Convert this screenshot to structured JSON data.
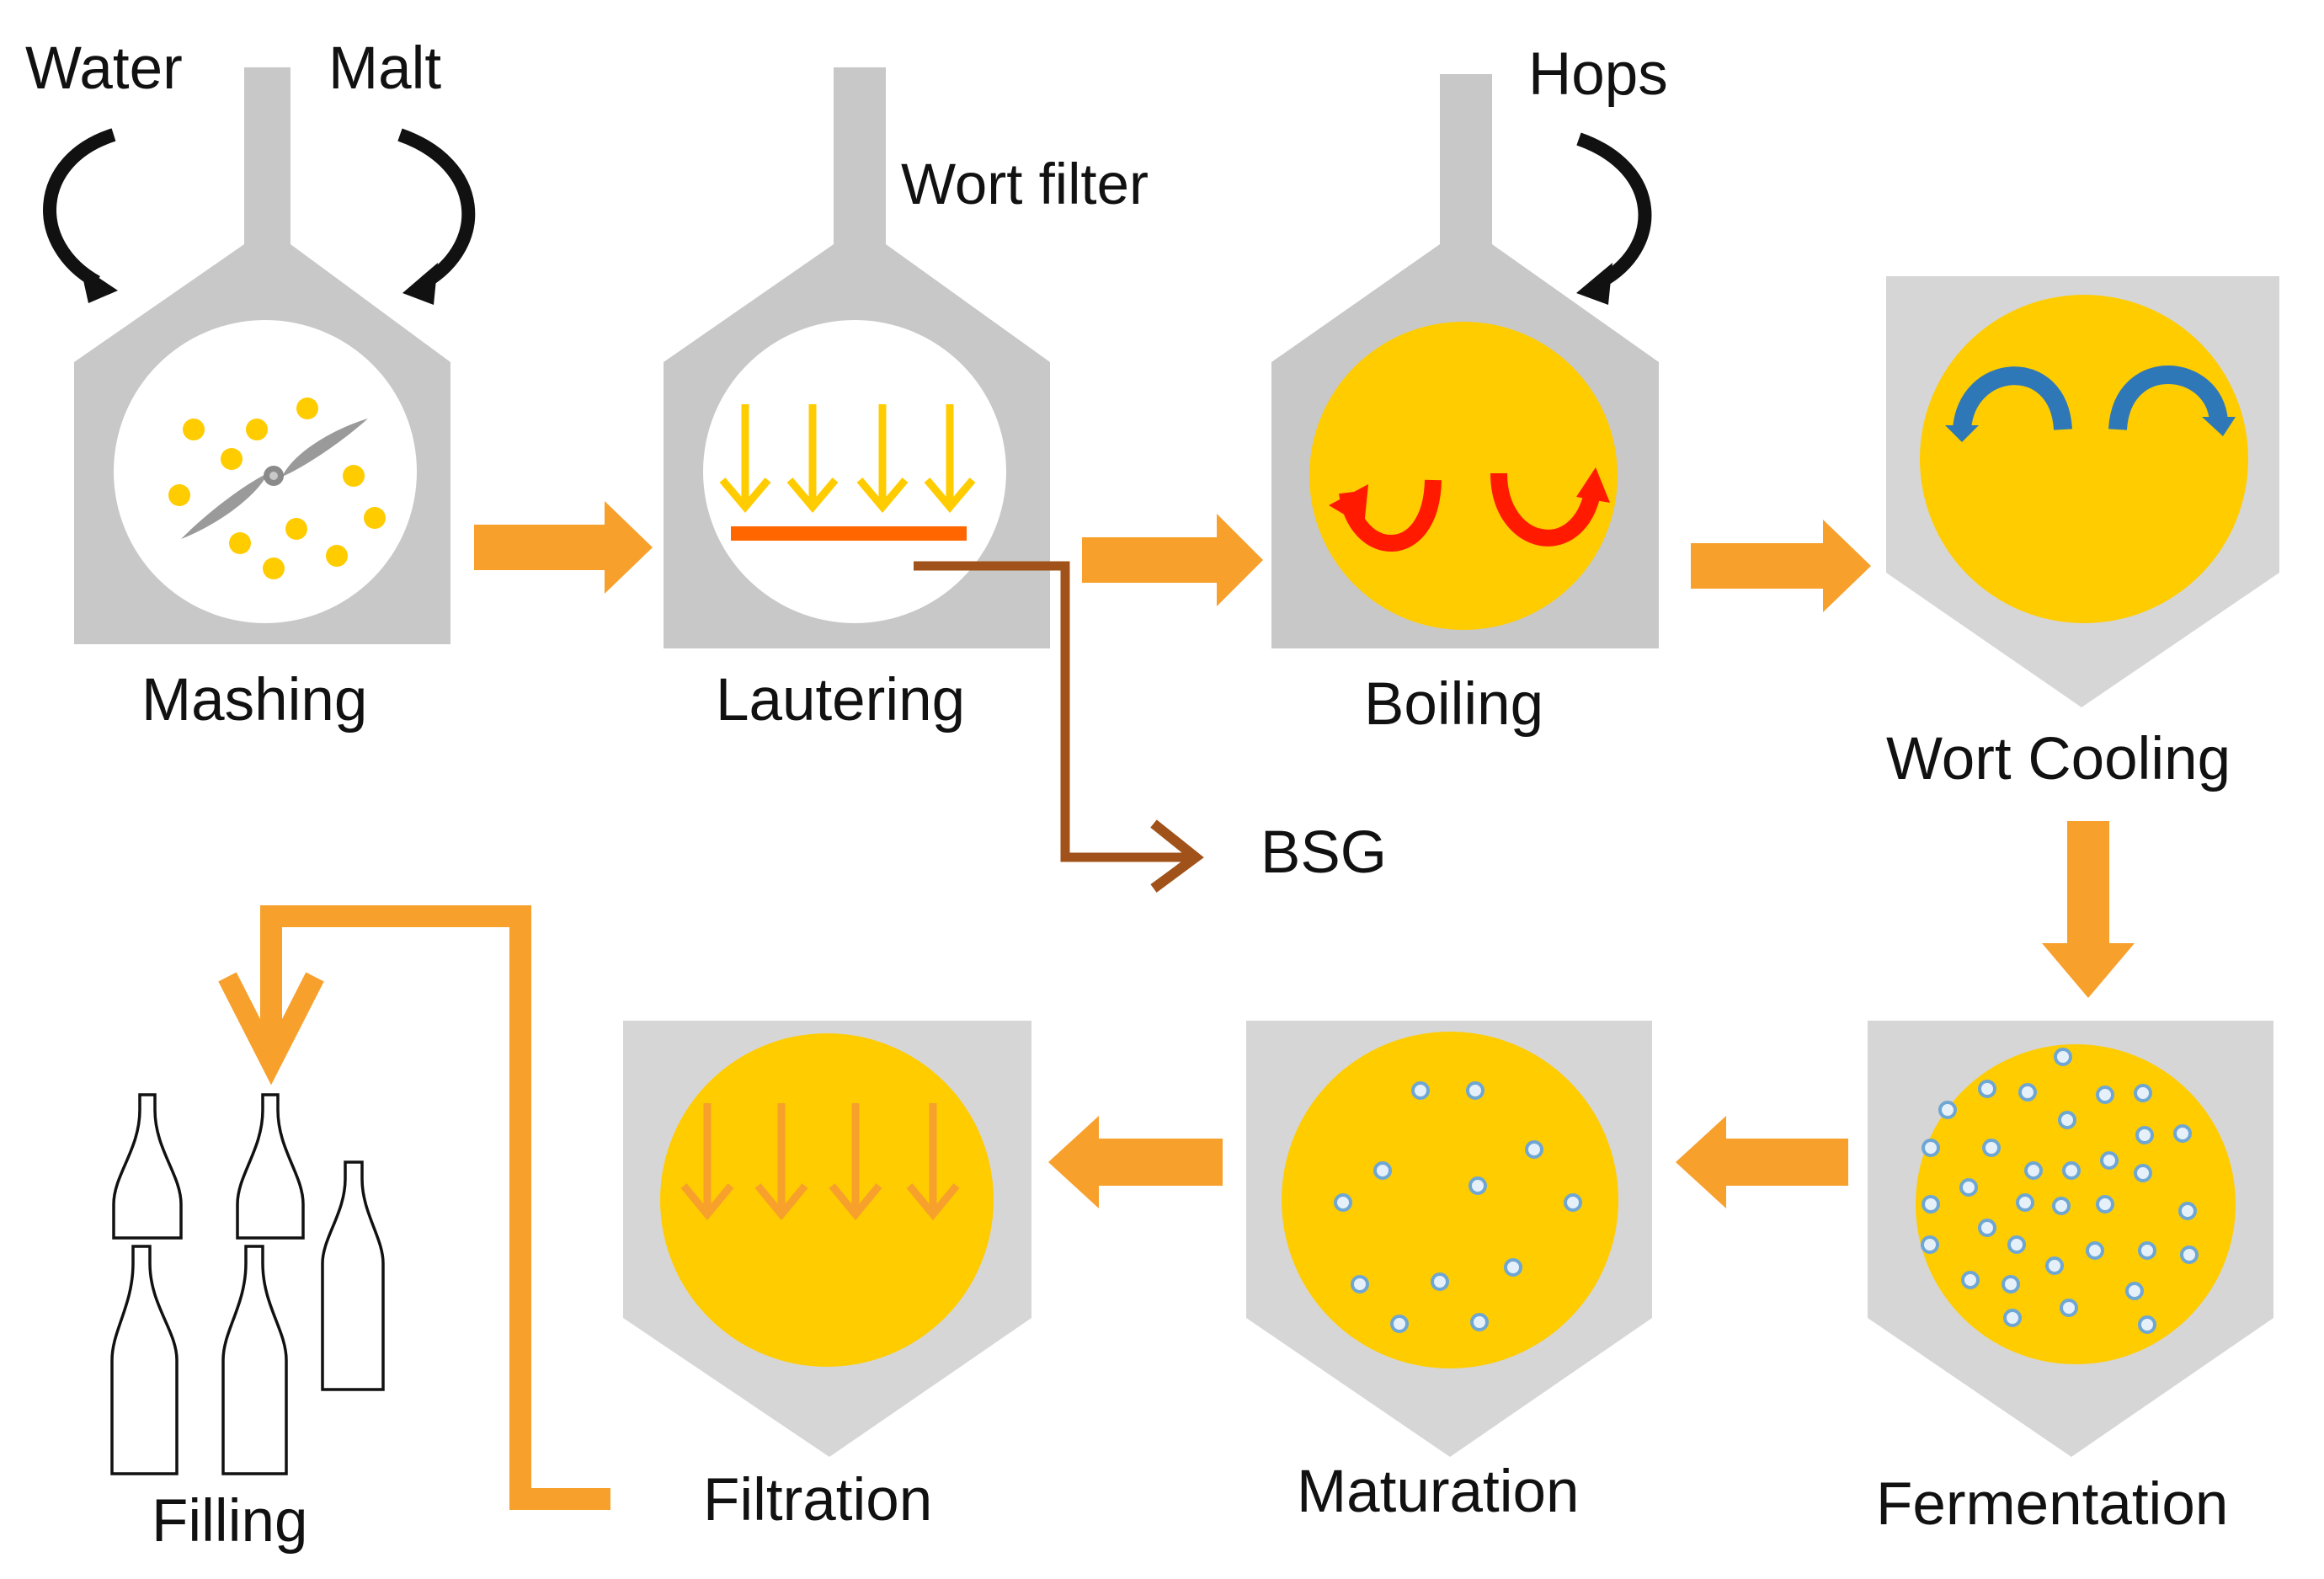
{
  "colors": {
    "vessel": "#c8c8c8",
    "vessel_light": "#d6d6d6",
    "liquid": "#ffcc00",
    "flow_arrow": "#f7a02c",
    "filter_bar": "#ff6600",
    "bsg_line": "#a0521a",
    "boil_arrow": "#ff1a00",
    "cool_arrow": "#2f78b8",
    "bubble_fill": "#e6f0f8",
    "bubble_stroke": "#6ea6d4",
    "grain": "#ffcc00",
    "black": "#111111"
  },
  "inputs": {
    "water": "Water",
    "malt": "Malt",
    "hops": "Hops"
  },
  "annotations": {
    "wort_filter": "Wort filter",
    "bsg": "BSG"
  },
  "steps": {
    "mashing": "Mashing",
    "lautering": "Lautering",
    "boiling": "Boiling",
    "wort_cooling": "Wort Cooling",
    "fermentation": "Fermentation",
    "maturation": "Maturation",
    "filtration": "Filtration",
    "filling": "Filling"
  },
  "icons": {
    "curved_input_arrow": "curved-arrow-icon",
    "impeller": "impeller-icon",
    "bottle": "bottle-icon",
    "bubble": "bubble-icon"
  }
}
